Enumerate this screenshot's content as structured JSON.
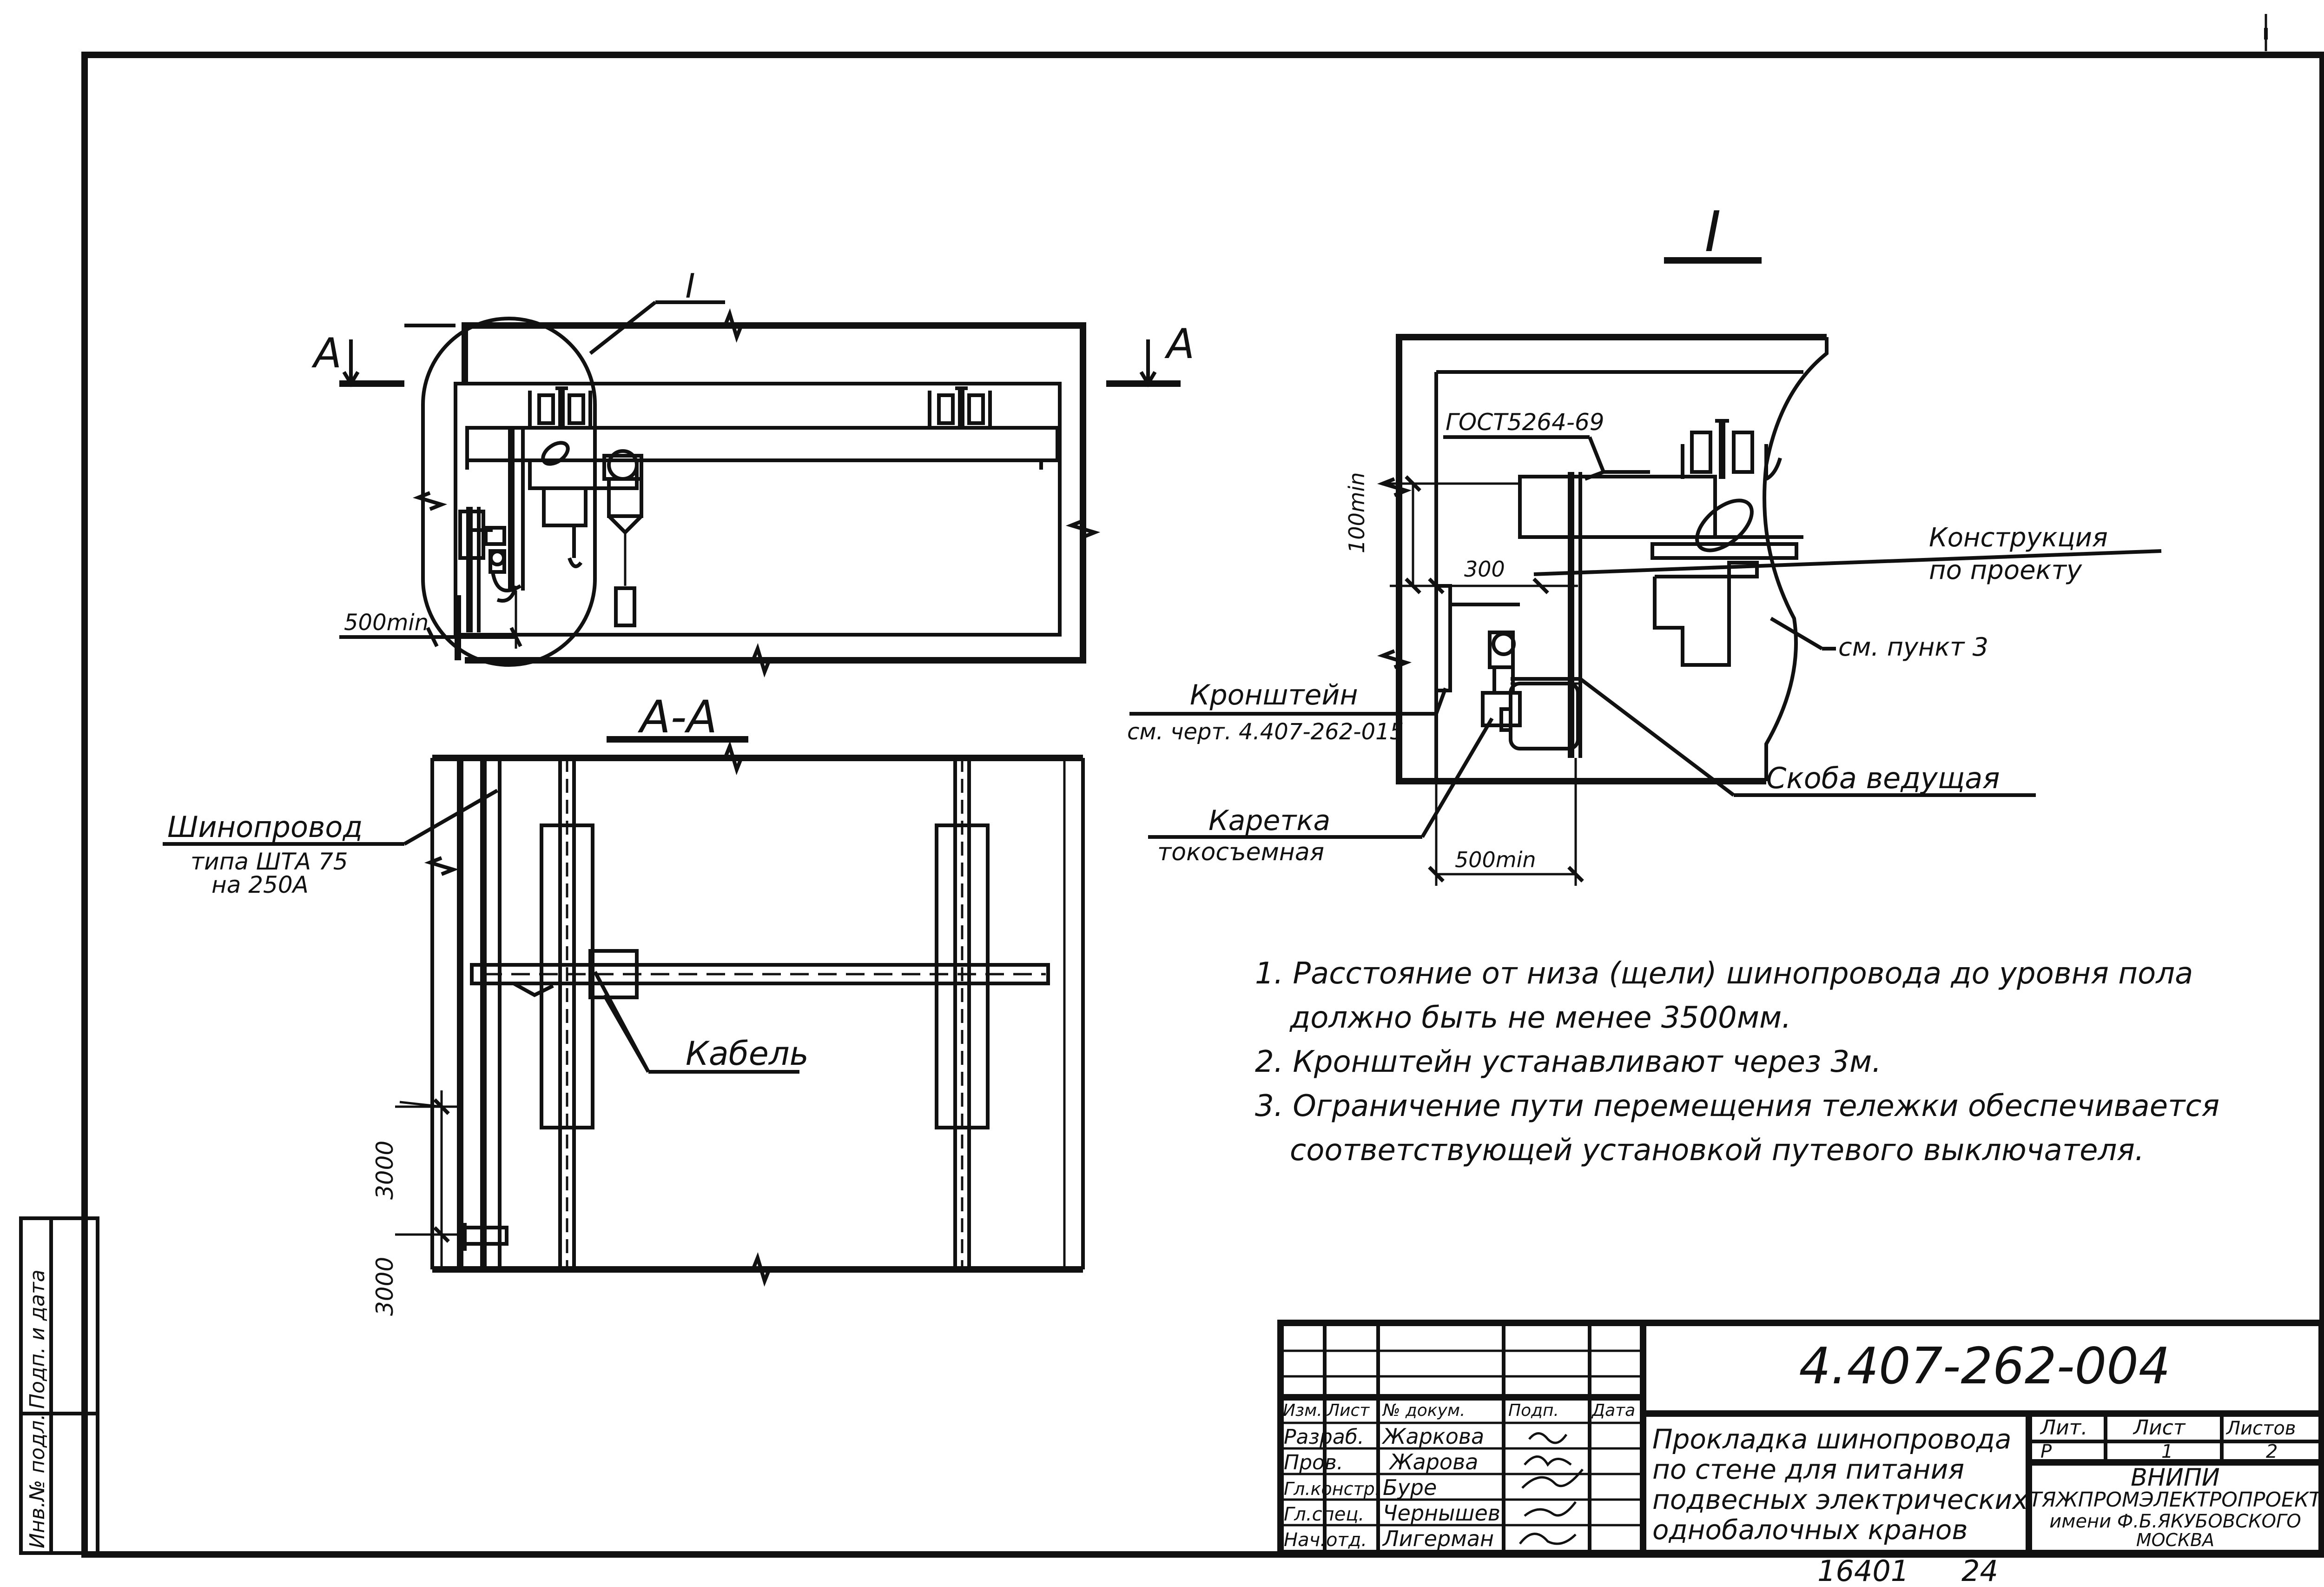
{
  "view_labels": {
    "section_mark_left": "A",
    "section_mark_right": "A",
    "detail_callout": "I",
    "detail_title": "I",
    "section_title": "А-А"
  },
  "dimensions": {
    "d500_plan": "500min",
    "d100": "100min",
    "d300": "300",
    "d500_detail": "500min",
    "d3000_a": "3000",
    "d3000_b": "3000"
  },
  "labels": {
    "busway_title": "Шинопровод",
    "busway_type": "типа ШТА 75",
    "busway_rating": "на 250А",
    "cable": "Кабель",
    "gost": "ГОСТ5264-69",
    "construction_1": "Конструкция",
    "construction_2": "по проекту",
    "see_point": "см. пункт 3",
    "bracket": "Кронштейн",
    "bracket_ref": "см. черт. 4.407-262-015",
    "carriage": "Каретка",
    "carriage_sub": "токосъемная",
    "bracket_lead": "Скоба ведущая"
  },
  "notes": [
    "1. Расстояние от низа (щели) шинопровода до уровня пола",
    "должно быть не менее 3500мм.",
    "2. Кронштейн устанавливают через 3м.",
    "3. Ограничение пути перемещения тележки обеспечивается",
    "соответствующей установкой путевого выключателя."
  ],
  "title_block": {
    "code": "4.407-262-004",
    "header": [
      "Изм.",
      "Лист",
      "№ докум.",
      "Подп.",
      "Дата"
    ],
    "roles": [
      "Разраб.",
      "Пров.",
      "Гл.констр.",
      "Гл.спец.",
      "Нач.отд."
    ],
    "names": [
      "Жаркова",
      "Жарова",
      "Буре",
      "Чернышев",
      "Лигерман"
    ],
    "title": [
      "Прокладка шинопровода",
      "по стене для питания",
      "подвесных электрических",
      "однобалочных кранов"
    ],
    "lit_header": "Лит.",
    "sheet_header": "Лист",
    "sheets_header": "Листов",
    "lit_value": "Р",
    "sheet_value": "1",
    "sheets_value": "2",
    "org": [
      "ВНИПИ",
      "ТЯЖПРОМЭЛЕКТРОПРОЕКТ",
      "имени Ф.Б.ЯКУБОВСКОГО",
      "МОСКВА"
    ],
    "below_code": "16401",
    "below_page": "24"
  },
  "side_stamp": [
    "Инв.№ подл.",
    "Подп. и дата"
  ]
}
